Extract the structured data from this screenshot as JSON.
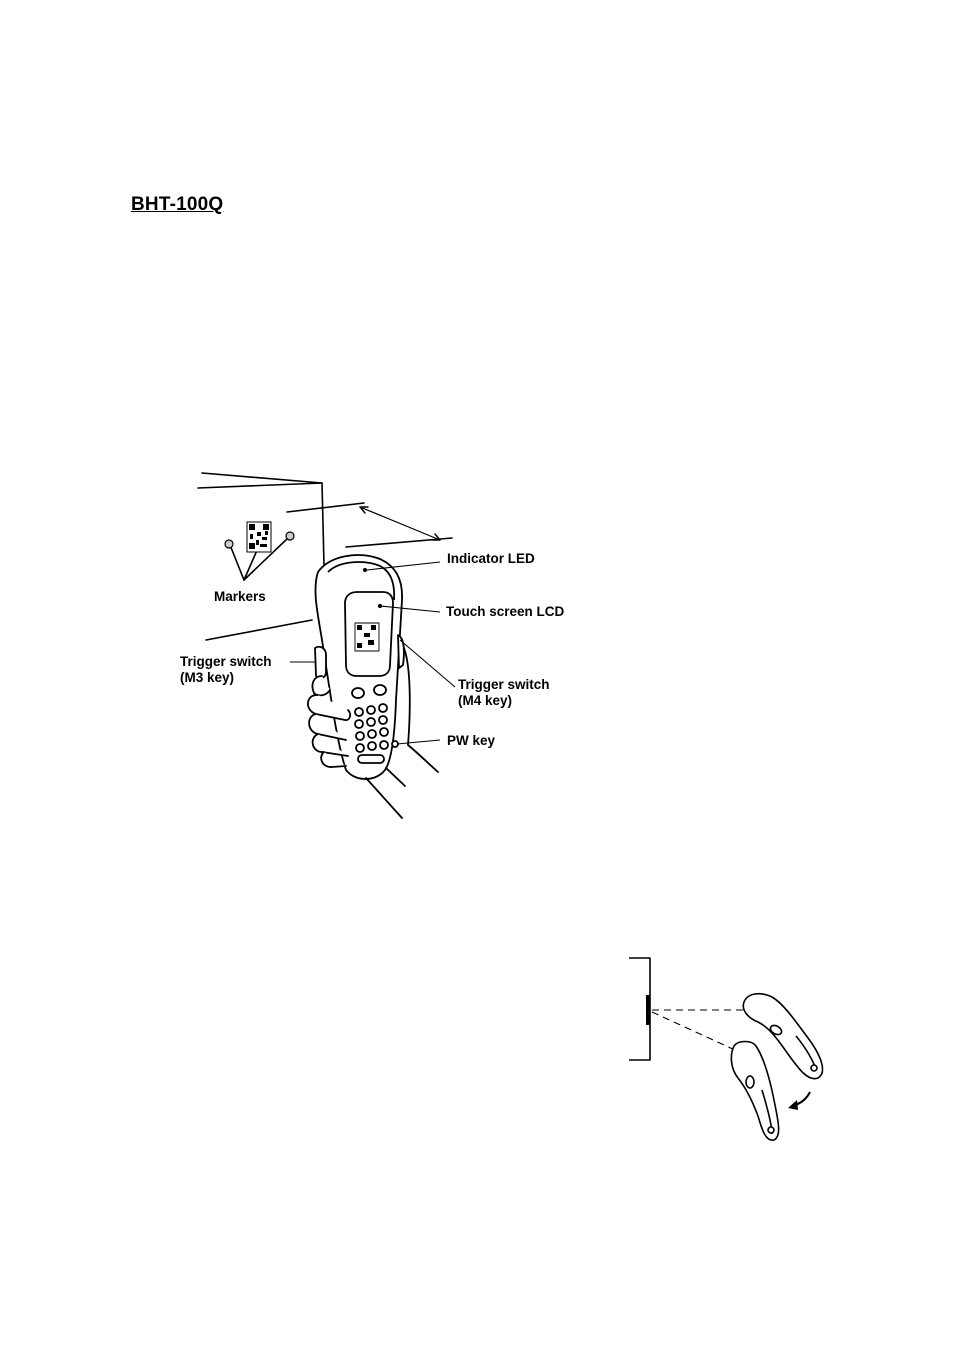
{
  "section": {
    "title": "BHT-100Q"
  },
  "figure_main": {
    "labels": {
      "markers": "Markers",
      "indicator_led": "Indicator LED",
      "touch_screen_lcd": "Touch screen LCD",
      "trigger_left_line1": "Trigger switch",
      "trigger_left_line2": "(M3 key)",
      "trigger_right_line1": "Trigger switch",
      "trigger_right_line2": "(M4 key)",
      "pw_key": "PW key"
    }
  },
  "colors": {
    "ink": "#000000",
    "paper": "#ffffff",
    "marker_fill": "#cccccc"
  },
  "icons": [
    "handheld-scanner-icon",
    "qr-code-icon",
    "tilt-arrow-icon"
  ]
}
